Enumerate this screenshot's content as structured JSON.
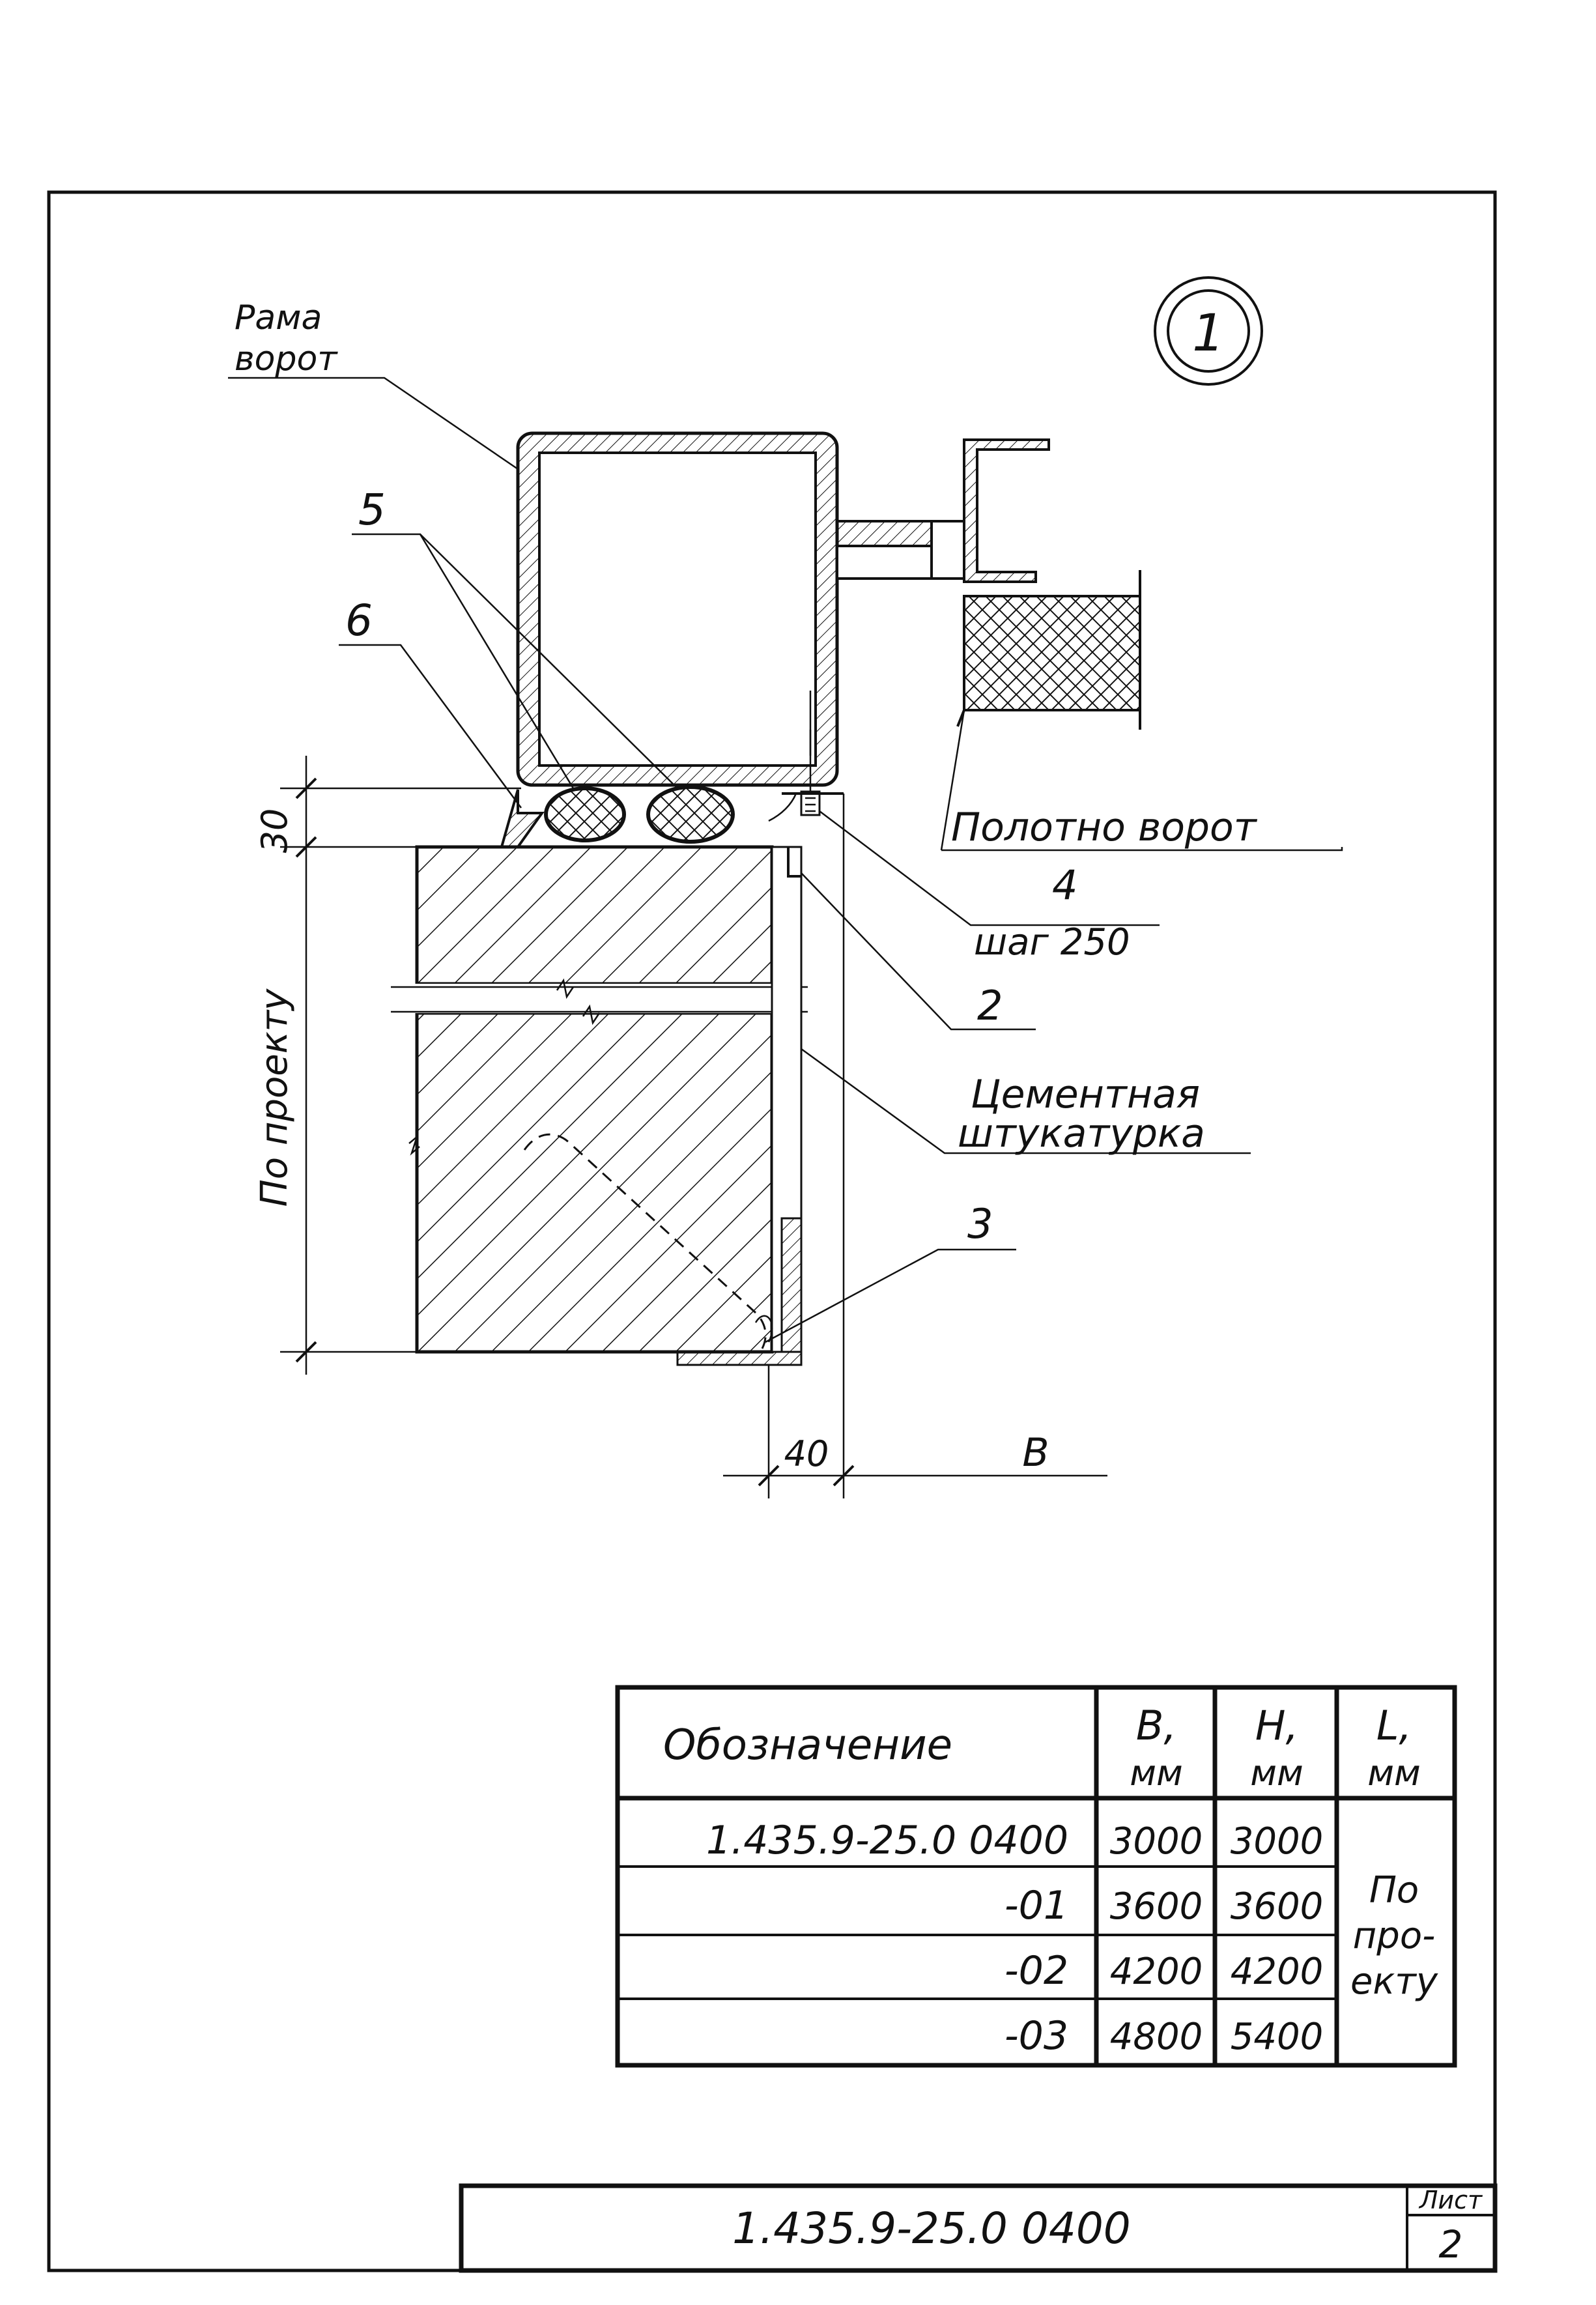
{
  "detail": {
    "marker": "1",
    "frame_label": [
      "Рама",
      "ворот"
    ],
    "leaf_label": "Полотно ворот",
    "plaster_label": [
      "Цементная",
      "штукатурка"
    ],
    "callouts": {
      "c5": "5",
      "c6": "6",
      "c4": "4",
      "c4_note": "шаг 250",
      "c2": "2",
      "c3": "3"
    },
    "dimensions": {
      "gap": "30",
      "height": "По проекту",
      "offset": "40",
      "width": "В"
    }
  },
  "table": {
    "headers": {
      "designation": "Обозначение",
      "b": [
        "В,",
        "мм"
      ],
      "h": [
        "Н,",
        "мм"
      ],
      "l": [
        "L,",
        "мм"
      ]
    },
    "rows": [
      {
        "designation": "1.435.9-25.0 0400",
        "b": "3000",
        "h": "3000"
      },
      {
        "designation": "-01",
        "b": "3600",
        "h": "3600"
      },
      {
        "designation": "-02",
        "b": "4200",
        "h": "4200"
      },
      {
        "designation": "-03",
        "b": "4800",
        "h": "5400"
      }
    ],
    "l_value": [
      "По",
      "про-",
      "екту"
    ]
  },
  "title_block": {
    "code": "1.435.9-25.0 0400",
    "sheet_label": "Лист",
    "sheet_number": "2"
  }
}
